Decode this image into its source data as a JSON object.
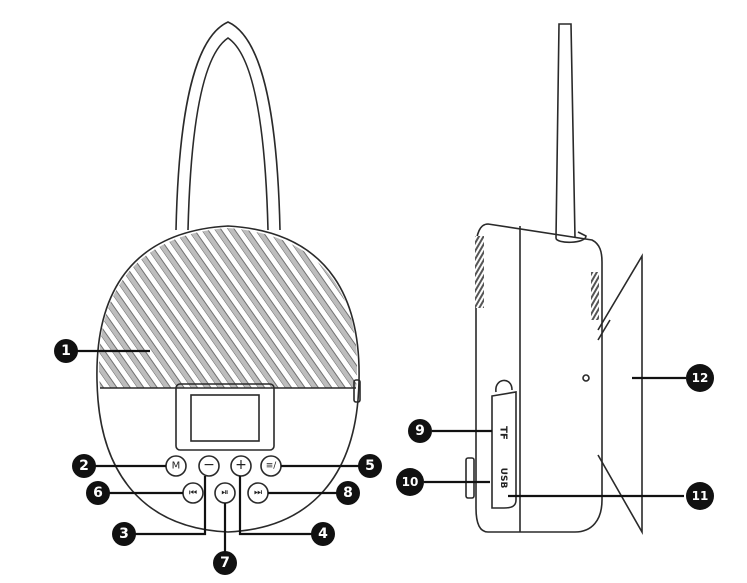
{
  "callouts": [
    "1",
    "2",
    "3",
    "4",
    "5",
    "6",
    "7",
    "8",
    "9",
    "10",
    "11",
    "12"
  ],
  "front_buttons": {
    "mode": "M",
    "volume_down": "−",
    "volume_up": "+",
    "mode_5": "≡/",
    "prev": "⏮",
    "play_pause": "⏯",
    "next": "⏭"
  },
  "side_labels": {
    "tf": "TF",
    "usb": "USB"
  },
  "colors": {
    "outline": "#2a2a2a",
    "callout_fill": "#111111",
    "callout_text": "#ffffff",
    "background": "#ffffff"
  }
}
